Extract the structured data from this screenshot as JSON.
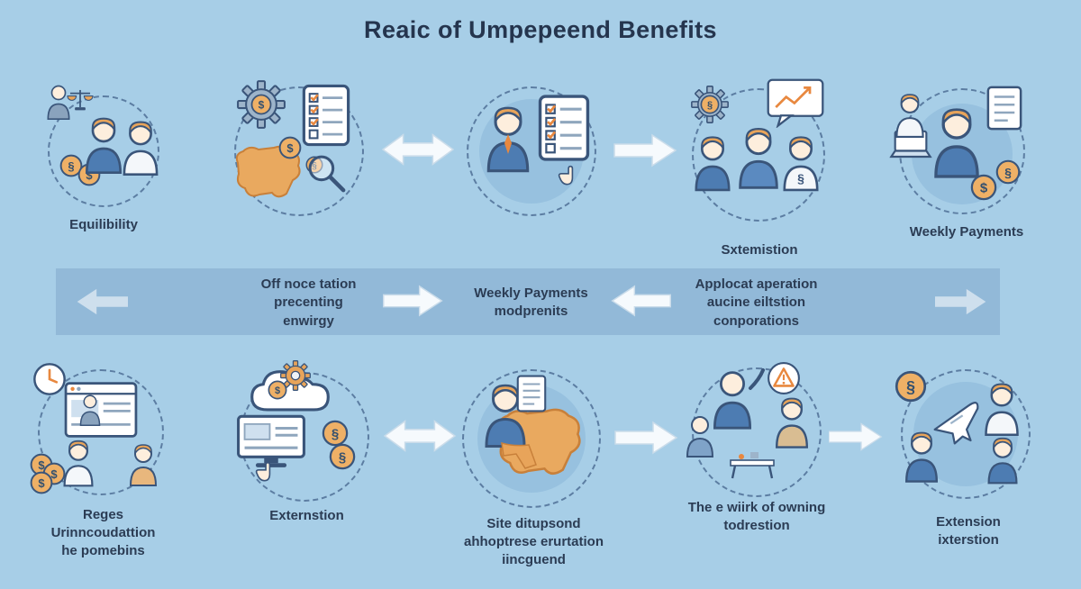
{
  "title": "Reaic of Umpepeend Benefits",
  "top_row": [
    {
      "label": "Equilibility",
      "icon": "people-coins-scale-icon"
    },
    {
      "label": "",
      "icon": "gear-checklist-map-magnifier-icon"
    },
    {
      "label": "",
      "icon": "presenter-checklist-icon"
    },
    {
      "label": "Sxtemistion",
      "icon": "team-gear-chart-bubble-icon"
    },
    {
      "label": "Weekly Payments",
      "icon": "advisor-laptop-coins-icon"
    }
  ],
  "band": {
    "block1": "Off noce tation\nprecenting\nenwirgy",
    "block2": "Weekly Payments\nmodprenits",
    "block3": "Applocat aperation\naucine eiltstion\nconporations"
  },
  "bottom_row": [
    {
      "label": "Reges\nUrinncoudattion\nhe pomebins",
      "icon": "clock-browser-coins-people-icon"
    },
    {
      "label": "Externstion",
      "icon": "cloud-monitor-coins-icon"
    },
    {
      "label": "Site ditupsond\nahhoptrese erurtation\niincguend",
      "icon": "person-map-document-icon"
    },
    {
      "label": "The e wiirk of owning\ntodrestion",
      "icon": "family-warning-icon"
    },
    {
      "label": "Extension\nixterstion",
      "icon": "coin-plane-people-icon"
    }
  ],
  "colors": {
    "background": "#a7cee7",
    "band": "#92b9d8",
    "text": "#2b3c54",
    "accent_orange": "#e8a45a",
    "accent_blue": "#4d7cb2"
  }
}
